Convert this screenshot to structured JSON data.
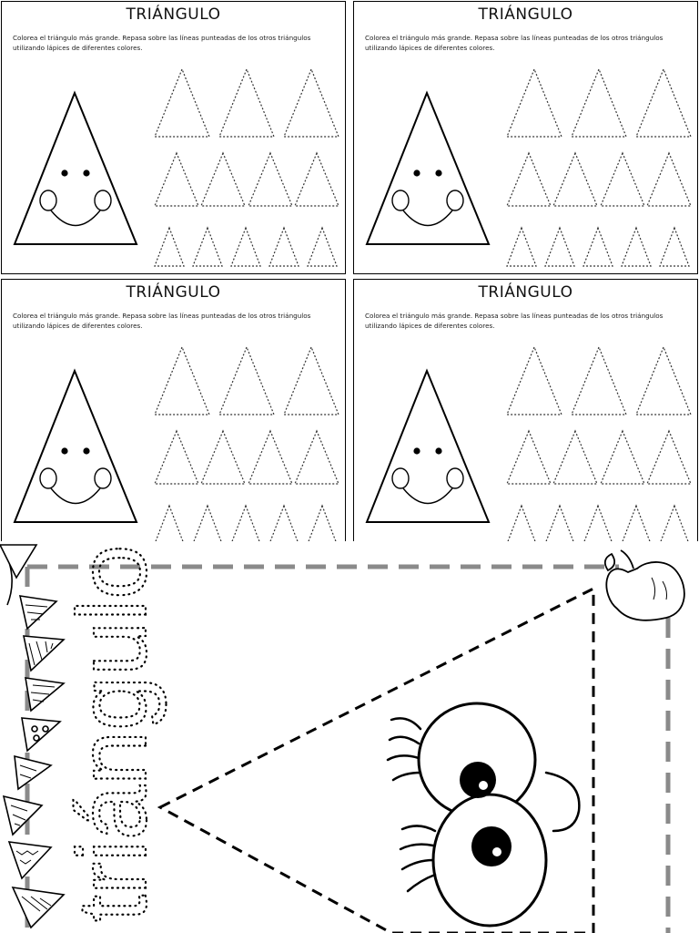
{
  "worksheets": [
    {
      "title": "TRIÁNGULO",
      "instructions": "Colorea el triángulo más grande. Repasa sobre las líneas punteadas de los otros triángulos utilizando lápices de diferentes colores."
    },
    {
      "title": "TRIÁNGULO",
      "instructions": "Colorea el triángulo más grande. Repasa sobre las líneas punteadas de los otros triángulos utilizando lápices de diferentes colores."
    },
    {
      "title": "TRIÁNGULO",
      "instructions": "Colorea el triángulo más grande. Repasa sobre las líneas punteadas de los otros triángulos utilizando lápices de diferentes colores."
    },
    {
      "title": "TRIÁNGULO",
      "instructions": "Colorea el triángulo más grande. Repasa sobre las líneas punteadas de los otros triángulos utilizando lápices de diferentes colores."
    }
  ],
  "bottom": {
    "dotted_word": "triángulo"
  }
}
